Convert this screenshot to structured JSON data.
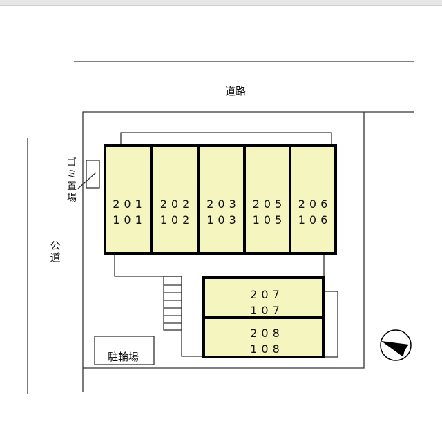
{
  "labels": {
    "road_top": "道路",
    "public_road": "公道",
    "garbage": "ゴミ置場",
    "bicycle_parking": "駐輪場"
  },
  "units": [
    {
      "upper": "201",
      "lower": "101"
    },
    {
      "upper": "202",
      "lower": "102"
    },
    {
      "upper": "203",
      "lower": "103"
    },
    {
      "upper": "205",
      "lower": "105"
    },
    {
      "upper": "206",
      "lower": "106"
    },
    {
      "upper": "207",
      "lower": "107"
    },
    {
      "upper": "208",
      "lower": "108"
    }
  ],
  "colors": {
    "unit_fill": "#f5f5c0",
    "line": "#222222"
  },
  "icons": {
    "compass": "north-arrow-icon"
  }
}
